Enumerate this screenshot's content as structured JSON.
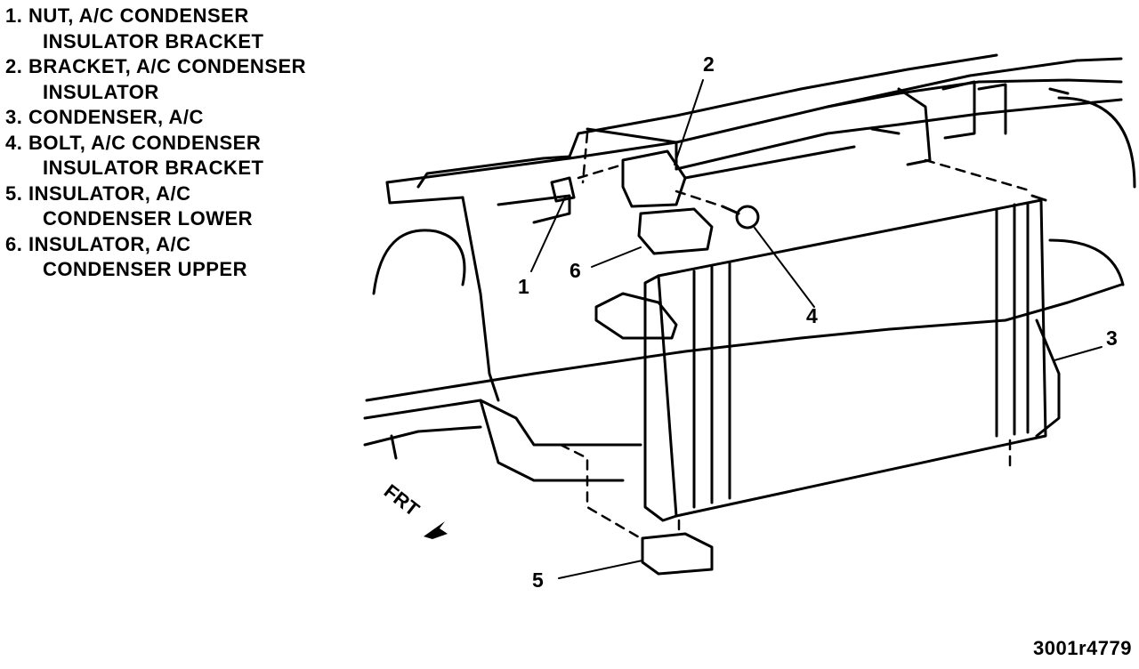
{
  "legend": [
    {
      "number": "1.",
      "lines": [
        "NUT, A/C CONDENSER",
        "INSULATOR BRACKET"
      ]
    },
    {
      "number": "2.",
      "lines": [
        "BRACKET, A/C CONDENSER",
        "INSULATOR"
      ]
    },
    {
      "number": "3.",
      "lines": [
        "CONDENSER, A/C"
      ]
    },
    {
      "number": "4.",
      "lines": [
        "BOLT, A/C CONDENSER",
        "INSULATOR BRACKET"
      ]
    },
    {
      "number": "5.",
      "lines": [
        "INSULATOR, A/C",
        "CONDENSER LOWER"
      ]
    },
    {
      "number": "6.",
      "lines": [
        "INSULATOR, A/C",
        "CONDENSER UPPER"
      ]
    }
  ],
  "callouts": [
    "1",
    "2",
    "3",
    "4",
    "5",
    "6"
  ],
  "direction_label": "FRT",
  "figure_id": "3001r4779"
}
